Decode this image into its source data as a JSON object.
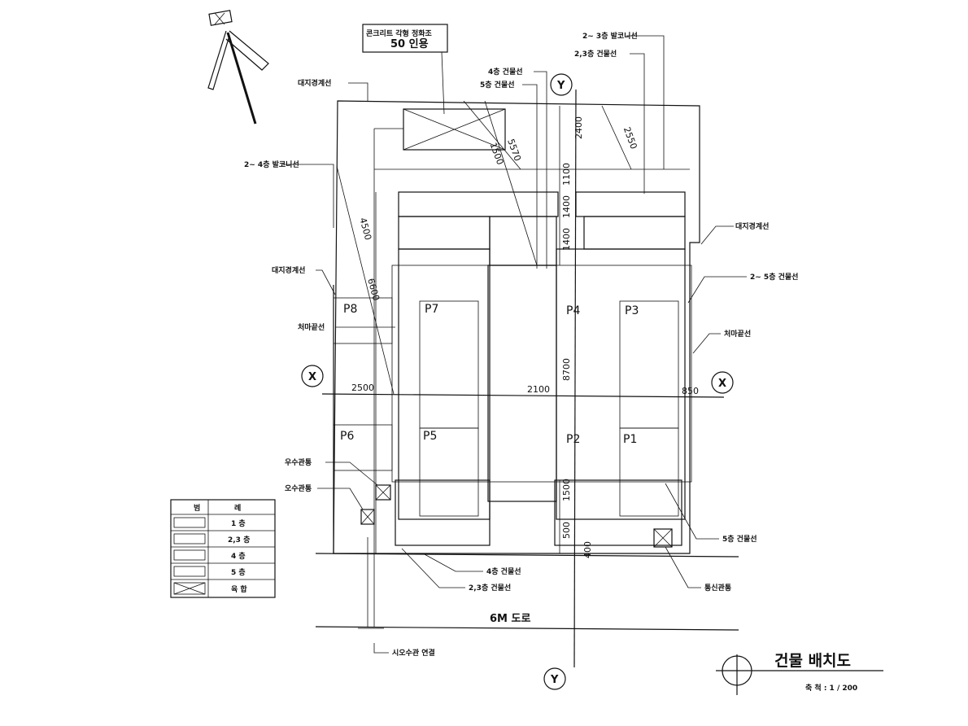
{
  "title": "건물 배치도",
  "scale": "축 척 : 1 / 200",
  "road": "6M 도로",
  "tank": {
    "line1": "콘크리트 각형 정화조",
    "line2": "50 인용"
  },
  "callouts": {
    "balcony_2_3": "2~ 3층 발코니선",
    "line_2_3_top": "2,3층 건물선",
    "line_4_top": "4층 건물선",
    "line_5_top": "5층 건물선",
    "boundary_top": "대지경계선",
    "balcony_2_4": "2~ 4층 발코니선",
    "boundary_right": "대지경계선",
    "boundary_left": "대지경계선",
    "line_2_5": "2~ 5층 건물선",
    "eaves_left": "처마끝선",
    "eaves_right": "처마끝선",
    "rain_pit": "우수관통",
    "sewage_pit": "오수관통",
    "line_5_bottom": "5층 건물선",
    "line_4_bottom": "4층 건물선",
    "line_2_3_bottom": "2,3층 건물선",
    "inspection_pit": "통신관통",
    "sewer_connect": "시오수관 연결"
  },
  "dimensions": [
    "5570",
    "2400",
    "2550",
    "1500",
    "1100",
    "4500",
    "1400",
    "1400",
    "6600",
    "2500",
    "2100",
    "8700",
    "850",
    "1500",
    "500",
    "400"
  ],
  "parking": [
    "P8",
    "P7",
    "P4",
    "P3",
    "P6",
    "P5",
    "P2",
    "P1"
  ],
  "axis": {
    "x": "X",
    "y": "Y"
  },
  "legend": {
    "header": [
      "범",
      "례"
    ],
    "rows": [
      {
        "label": "1 층",
        "pattern": "dense"
      },
      {
        "label": "2,3 층",
        "pattern": "diag"
      },
      {
        "label": "4 층",
        "pattern": "grid"
      },
      {
        "label": "5 층",
        "pattern": "cross"
      },
      {
        "label": "육 합",
        "pattern": "x"
      }
    ]
  },
  "colors": {
    "ink": "#111111",
    "paper": "#ffffff"
  }
}
